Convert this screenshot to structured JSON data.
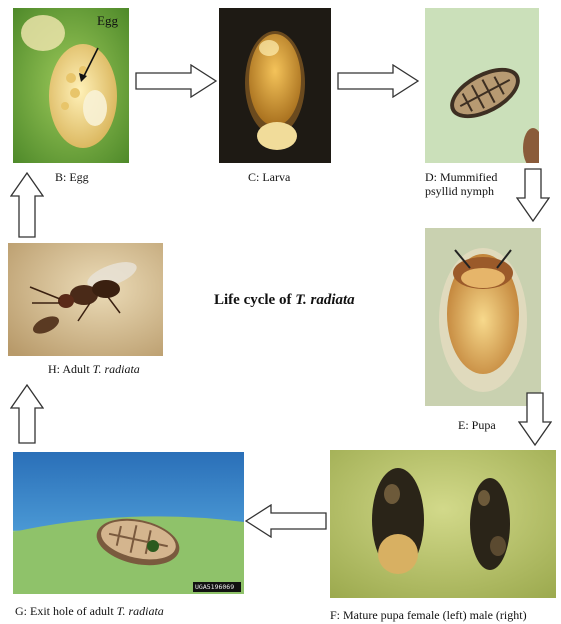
{
  "title": {
    "text": "Life cycle of ",
    "species": "T. radiata"
  },
  "stages": {
    "egg": {
      "caption": "B:  Egg",
      "annotation": "Egg"
    },
    "larva": {
      "caption": "C:  Larva"
    },
    "mummified": {
      "caption_line1": "D:  Mummified",
      "caption_line2": "psyllid nymph"
    },
    "pupa": {
      "caption": "E:  Pupa"
    },
    "mature_pupa": {
      "caption": "F:  Mature pupa female (left) male (right)"
    },
    "exit_hole": {
      "caption_prefix": "G:  Exit hole of adult ",
      "species": "T. radiata",
      "watermark": "UGA5196069"
    },
    "adult": {
      "caption_prefix": "H:  Adult ",
      "species": "T. radiata"
    }
  },
  "colors": {
    "leaf_green": "#7fb24a",
    "dark_bg": "#1e1a14",
    "pale_green": "#d6e6c8",
    "pupa_bg": "#c9d1b0",
    "mature_bg": "#b7c46a",
    "sky_blue": "#3a86c9",
    "adult_bg": "#d9c29a"
  }
}
